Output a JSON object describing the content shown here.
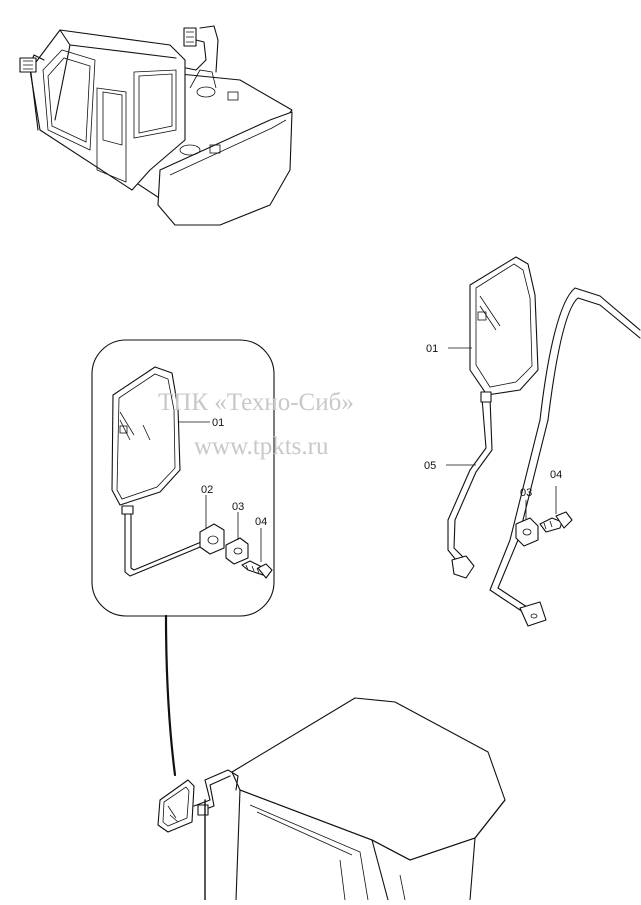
{
  "watermark": {
    "line1": "ТПК «Техно-Сиб»",
    "line2": "www.tpkts.ru"
  },
  "detail_labels": {
    "p01": "01",
    "p02": "02",
    "p03": "03",
    "p04": "04"
  },
  "right_labels": {
    "p01": "01",
    "p03": "03",
    "p04": "04",
    "p05": "05"
  }
}
